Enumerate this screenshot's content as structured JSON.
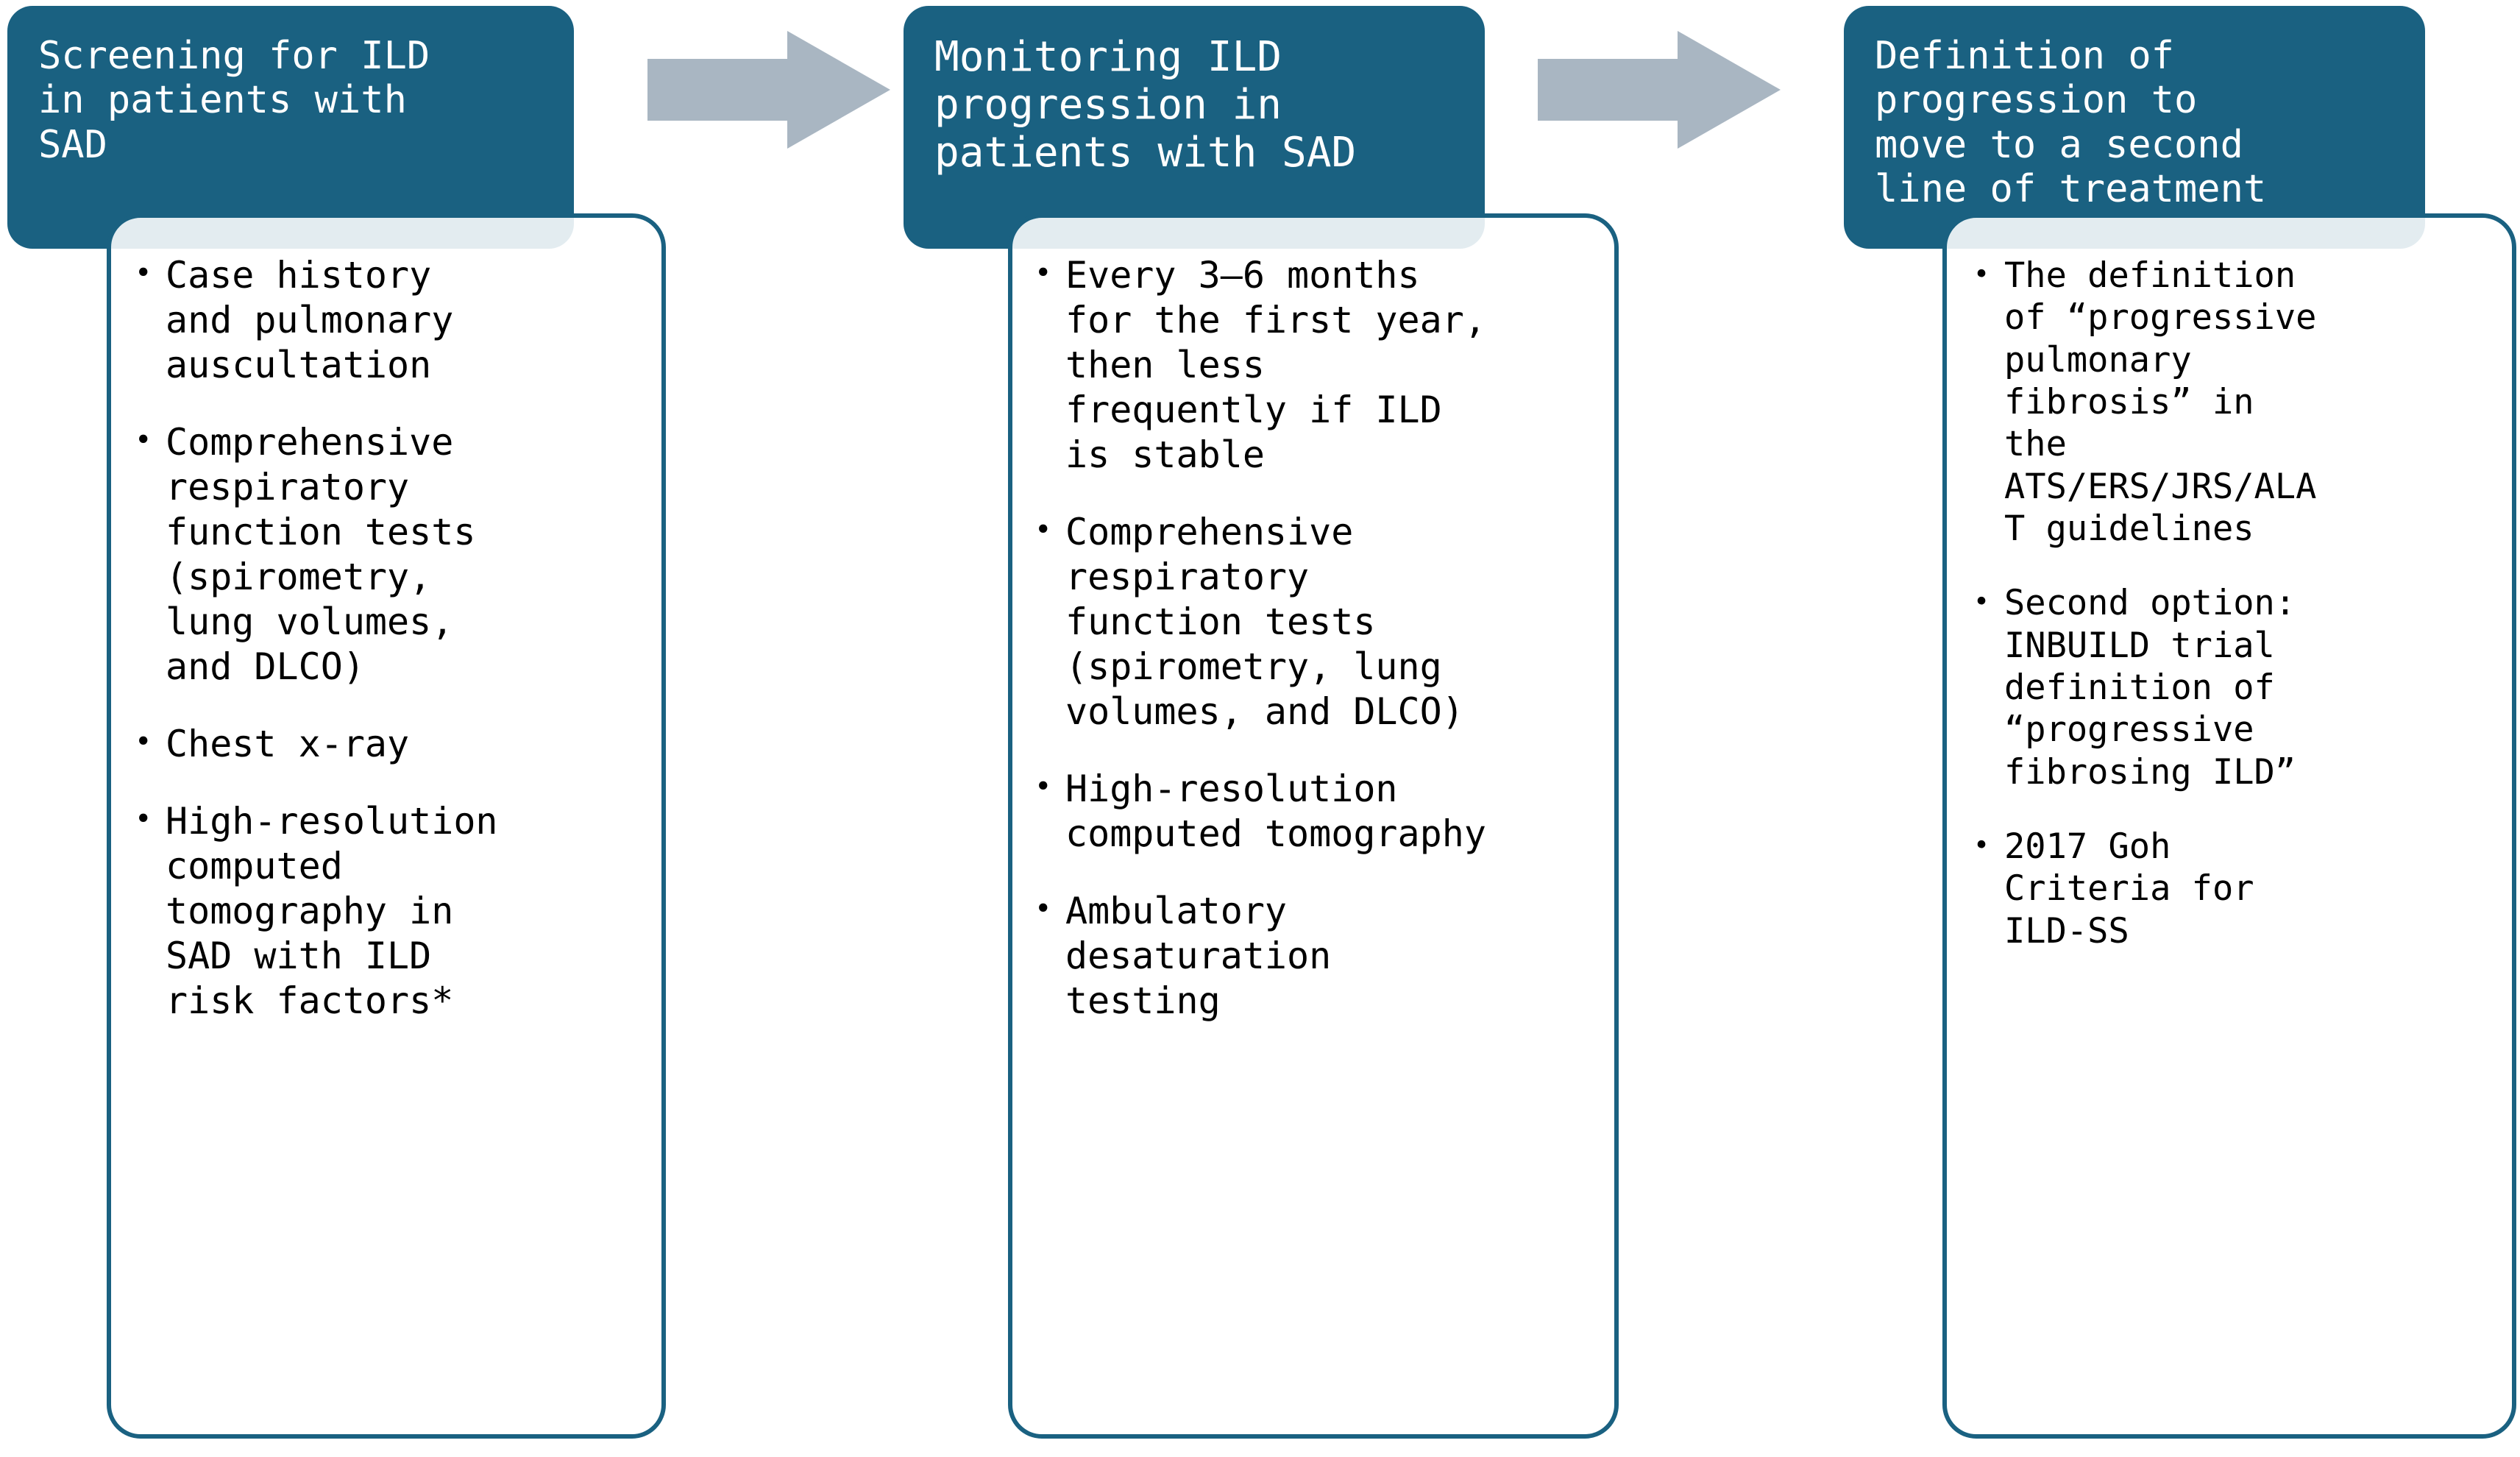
{
  "theme": {
    "header_bg": "#1A6181",
    "body_border": "#1A6181",
    "arrow_fill": "#A9B6C2",
    "overlap_tint": "#E8EEF1",
    "text_dark": "#000000",
    "text_light": "#FFFFFF"
  },
  "columns": [
    {
      "id": "screening",
      "header": "Screening for ILD\nin patients with\nSAD",
      "bullets": [
        "Case history\nand pulmonary\nauscultation",
        "Comprehensive\nrespiratory\nfunction tests\n(spirometry,\nlung volumes,\nand DLCO)",
        "Chest x-ray",
        "High-resolution\ncomputed\ntomography in\nSAD with ILD\nrisk factors*"
      ]
    },
    {
      "id": "monitoring",
      "header": "Monitoring ILD\nprogression in\npatients with SAD",
      "bullets": [
        "Every 3–6 months\nfor the first year,\nthen less\nfrequently if ILD\nis stable",
        "Comprehensive\nrespiratory\nfunction tests\n(spirometry, lung\nvolumes, and DLCO)",
        "High-resolution\ncomputed tomography",
        "Ambulatory\ndesaturation\ntesting"
      ]
    },
    {
      "id": "progression-definition",
      "header": "Definition of\nprogression to\nmove to a second\nline of treatment",
      "bullets": [
        "The definition\nof “progressive\npulmonary\nfibrosis” in\nthe\nATS/ERS/JRS/ALA\nT guidelines",
        "Second option:\nINBUILD trial\ndefinition of\n“progressive\nfibrosing ILD”",
        "2017 Goh\nCriteria for\nILD-SS"
      ]
    }
  ],
  "arrows": [
    {
      "id": "arrow-screening-to-monitoring",
      "direction": "right"
    },
    {
      "id": "arrow-monitoring-to-definition",
      "direction": "right"
    }
  ]
}
